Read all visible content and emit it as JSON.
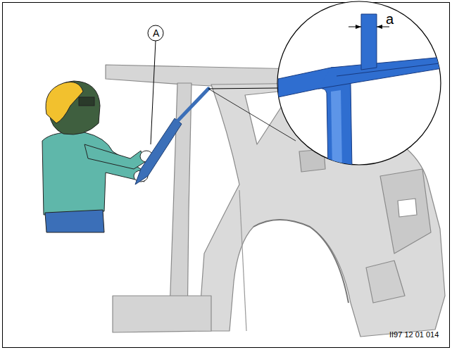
{
  "diagram": {
    "labels": [
      "A",
      "a",
      "II97 12 01 014"
    ]
  }
}
